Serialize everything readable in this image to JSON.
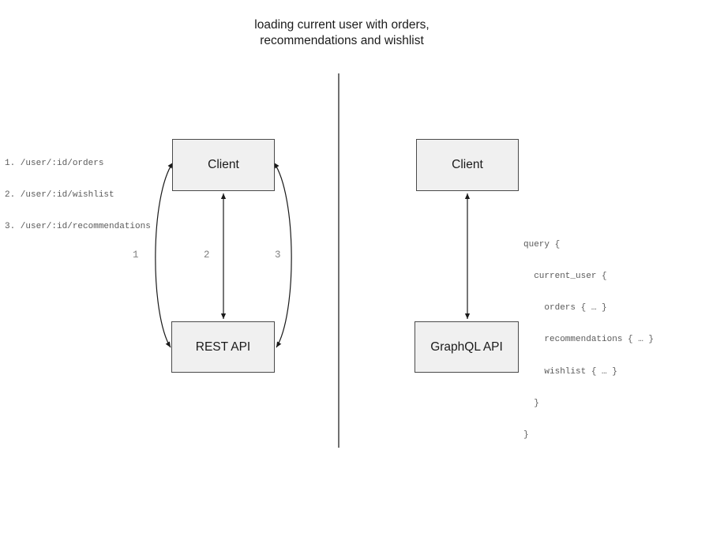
{
  "title": "loading current user with orders,\nrecommendations and wishlist",
  "left_panel": {
    "client_label": "Client",
    "api_label": "REST API",
    "endpoints": [
      "1. /user/:id/orders",
      "2. /user/:id/wishlist",
      "3. /user/:id/recommendations"
    ],
    "arrow_labels": [
      "1",
      "2",
      "3"
    ]
  },
  "right_panel": {
    "client_label": "Client",
    "api_label": "GraphQL API",
    "query_lines": [
      "query {",
      "  current_user {",
      "    orders { … }",
      "    recommendations { … }",
      "    wishlist { … }",
      "  }",
      "}"
    ]
  },
  "colors": {
    "box_fill": "#f0f0f0",
    "box_border": "#4a4a4a",
    "arrow_stroke": "#1a1a1a",
    "divider_stroke": "#4d4d4d",
    "code_text": "#5a5a5a",
    "arrow_label_text": "#808080",
    "title_text": "#1c1c1c"
  }
}
